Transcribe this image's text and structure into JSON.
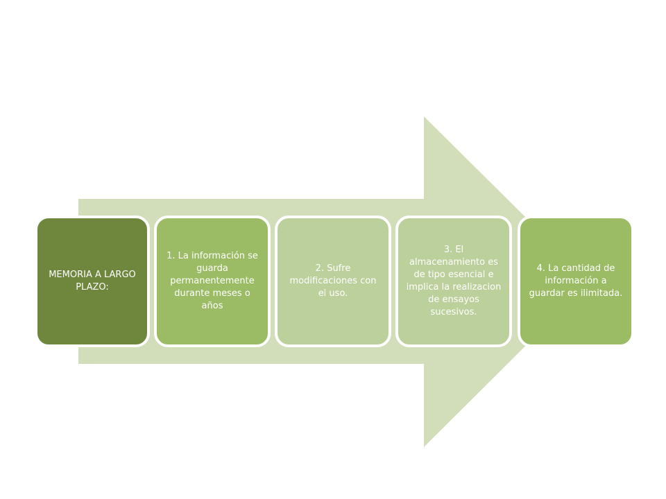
{
  "colors": {
    "arrow": "#d2deba",
    "box_dark": "#6e873d",
    "box_medium": "#9bbb64",
    "box_light": "#bcd09c",
    "box_border": "#ffffff",
    "text": "#ffffff"
  },
  "diagram": {
    "steps": [
      {
        "text": "MEMORIA A LARGO PLAZO:"
      },
      {
        "text": "1. La información se guarda permanentemente durante meses o años"
      },
      {
        "text": "2. Sufre modificaciones con el uso."
      },
      {
        "text": "3. El almacenamiento es de tipo esencial e implica la realizacion de ensayos sucesivos."
      },
      {
        "text": "4. La cantidad de información a guardar es ilimitada."
      }
    ]
  }
}
